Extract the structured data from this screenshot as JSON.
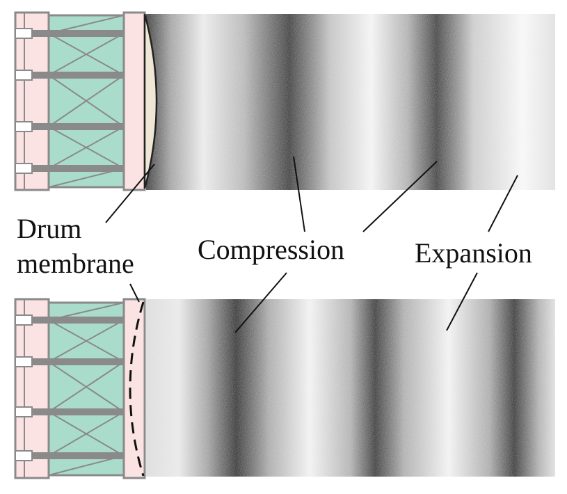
{
  "labels": {
    "drum_line1": "Drum",
    "drum_line2": "membrane",
    "compression": "Compression",
    "expansion": "Expansion"
  },
  "colors": {
    "drum_shell": "#fbe3e3",
    "drum_body": "#a9dcca",
    "drum_frame": "#8a8a8a",
    "membrane_fill": "#efe6d6",
    "air_dark": "#1f1f1f",
    "background": "#ffffff"
  },
  "panels": [
    {
      "name": "membrane-bulged-outward",
      "membrane": "solid-convex"
    },
    {
      "name": "membrane-pulled-inward",
      "membrane": "dashed-concave"
    }
  ]
}
